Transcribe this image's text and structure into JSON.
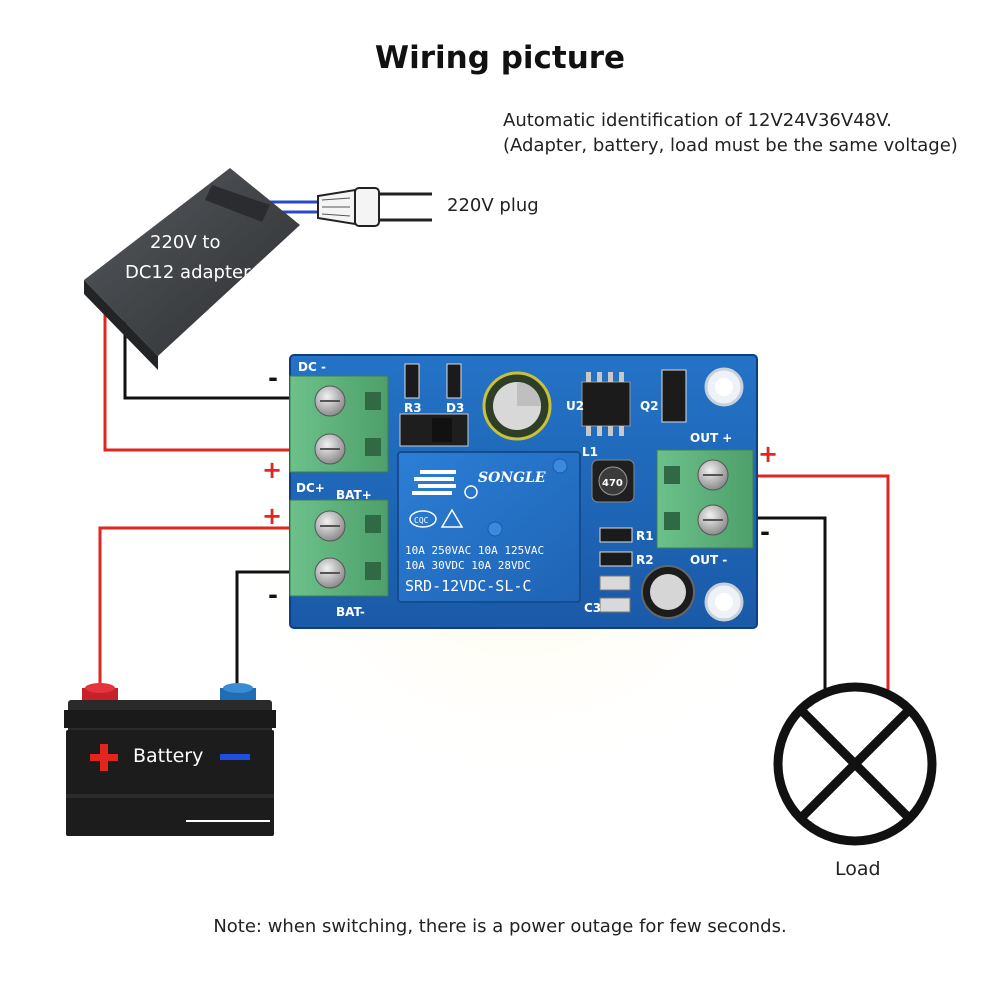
{
  "title": "Wiring picture",
  "notes": [
    "Automatic identification of 12V24V36V48V.",
    "(Adapter, battery, load must be the same voltage)"
  ],
  "plug_label": "220V plug",
  "adapter": {
    "line1": "220V to",
    "line2": "DC12 adapter"
  },
  "board": {
    "labels": {
      "dc_minus": "DC -",
      "dc_plus": "DC+",
      "bat_plus": "BAT+",
      "bat_minus": "BAT-",
      "out_plus": "OUT +",
      "out_minus": "OUT -",
      "r3": "R3",
      "d3": "D3",
      "u2": "U2",
      "q2": "Q2",
      "l1": "L1",
      "r1": "R1",
      "r2": "R2",
      "c3": "C3",
      "cap": "470"
    },
    "relay": {
      "brand": "SONGLE",
      "cqc": "CQC",
      "line1": "10A 250VAC  10A 125VAC",
      "line2": "10A  30VDC  10A  28VDC",
      "model": "SRD-12VDC-SL-C"
    }
  },
  "wire_signs": {
    "dc_minus": "-",
    "dc_plus": "+",
    "bat_plus": "+",
    "bat_minus": "-",
    "out_plus": "+",
    "out_minus": "-"
  },
  "battery_label": "Battery",
  "load_label": "Load",
  "footnote": "Note: when switching, there is a power outage for few seconds.",
  "colors": {
    "wire_red": "#e0261f",
    "wire_black": "#111111",
    "board_blue": "#1b5fb3",
    "terminal_green": "#5fb27a",
    "adapter_gray": "#3f4246",
    "battery_body": "#1c1c1c"
  }
}
